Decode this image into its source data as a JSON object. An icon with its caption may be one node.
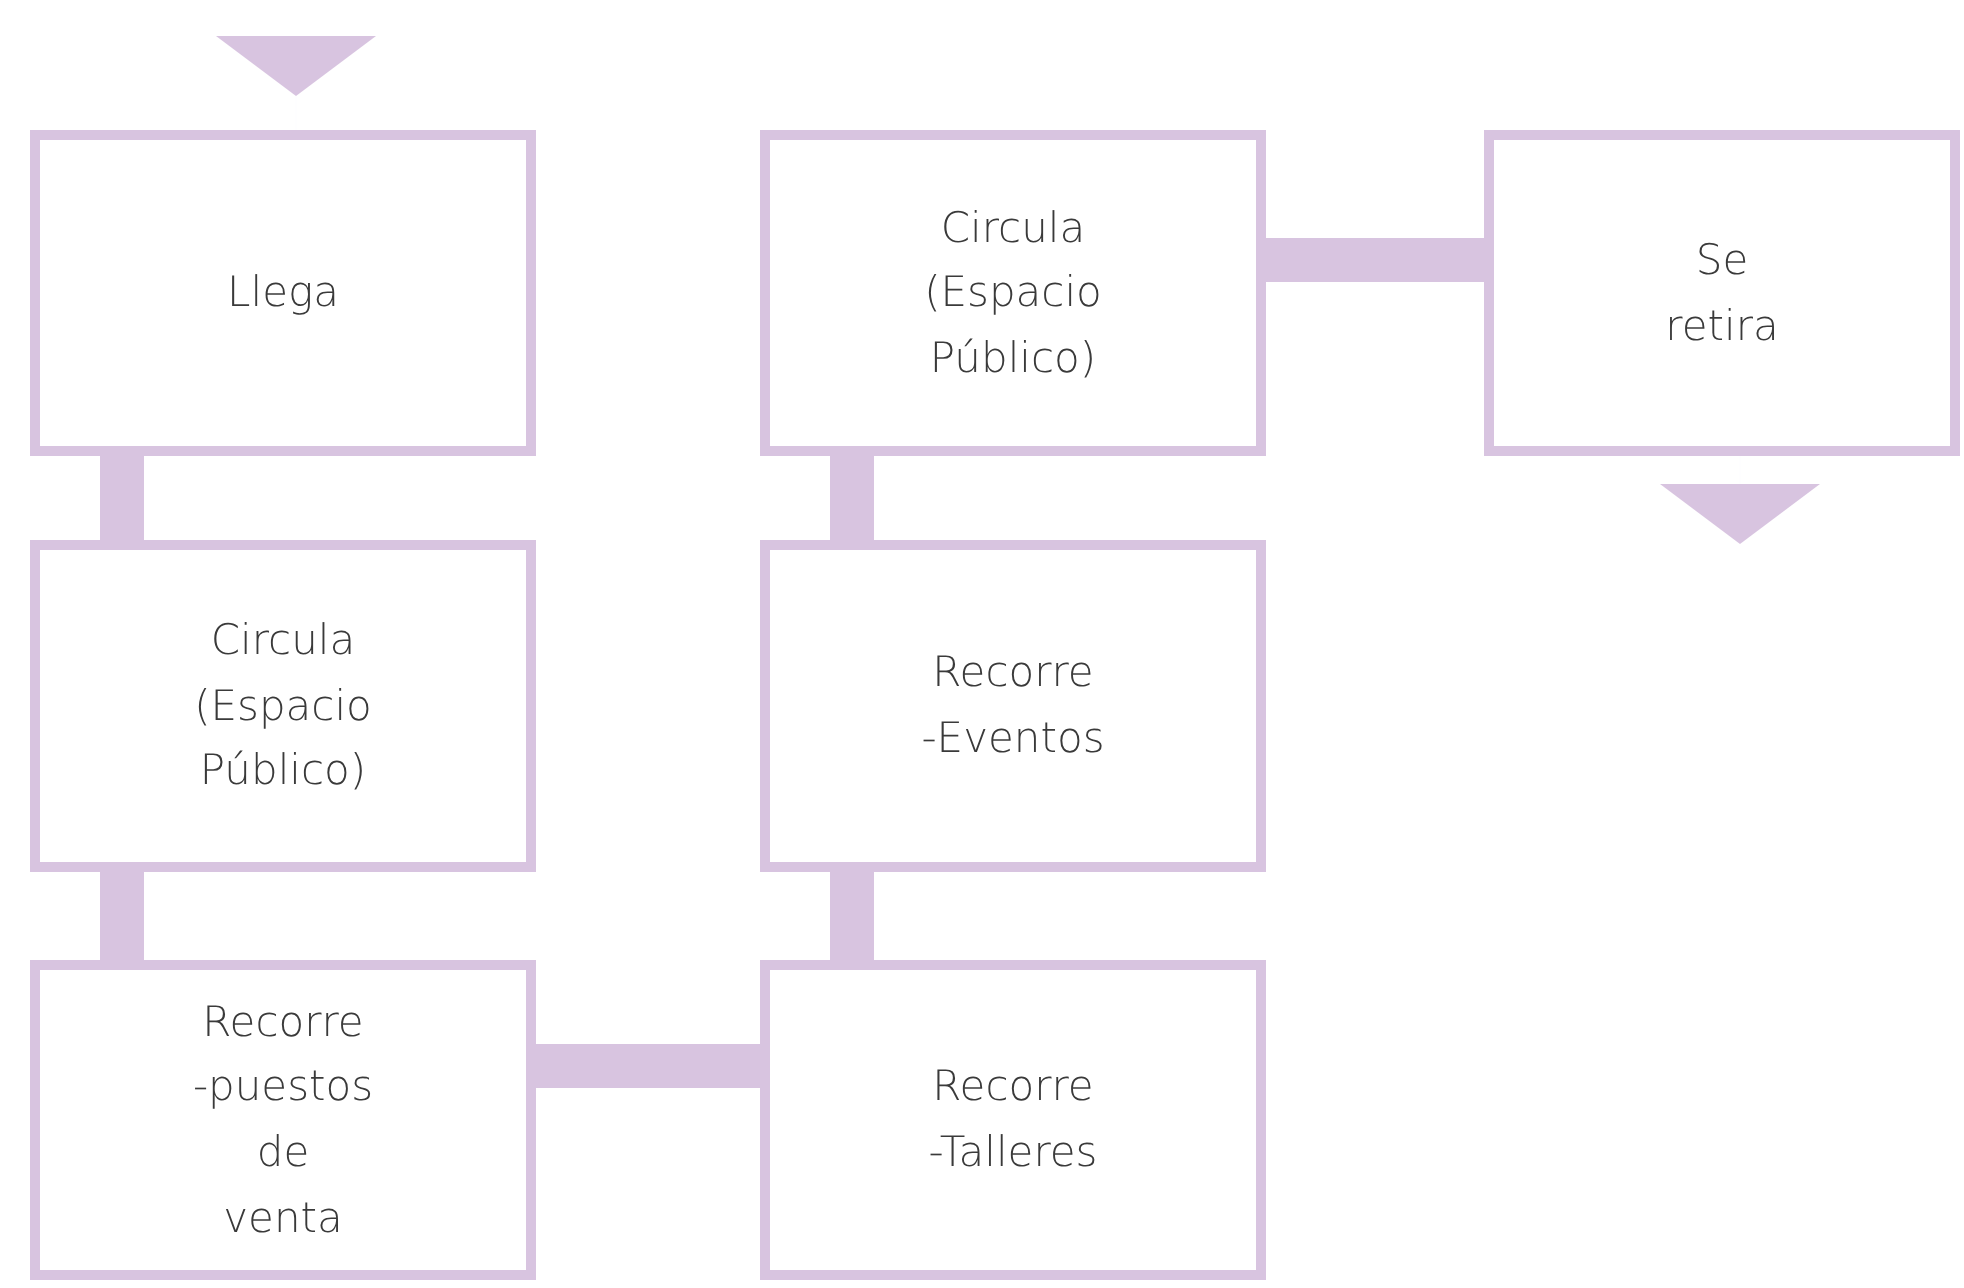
{
  "diagram": {
    "nodes": [
      {
        "text": [
          "Llega"
        ]
      },
      {
        "text": [
          "Circula (Espacio Público)"
        ]
      },
      {
        "text": [
          "Recorre -puestos de venta"
        ]
      },
      {
        "text": [
          "Circula (Espacio Público)"
        ]
      },
      {
        "text": [
          "Recorre -Eventos"
        ]
      },
      {
        "text": [
          "Recorre -Talleres"
        ]
      },
      {
        "text": [
          "Se retira"
        ]
      }
    ],
    "edges": [
      {
        "from": null,
        "to": 0,
        "arrow": "to"
      },
      {
        "from": 0,
        "to": 1,
        "arrow": "none"
      },
      {
        "from": 1,
        "to": 2,
        "arrow": "none"
      },
      {
        "from": 2,
        "to": 5,
        "arrow": "none"
      },
      {
        "from": 5,
        "to": 4,
        "arrow": "none"
      },
      {
        "from": 4,
        "to": 3,
        "arrow": "none"
      },
      {
        "from": 3,
        "to": 6,
        "arrow": "none"
      },
      {
        "from": 6,
        "to": null,
        "arrow": "to"
      }
    ]
  }
}
